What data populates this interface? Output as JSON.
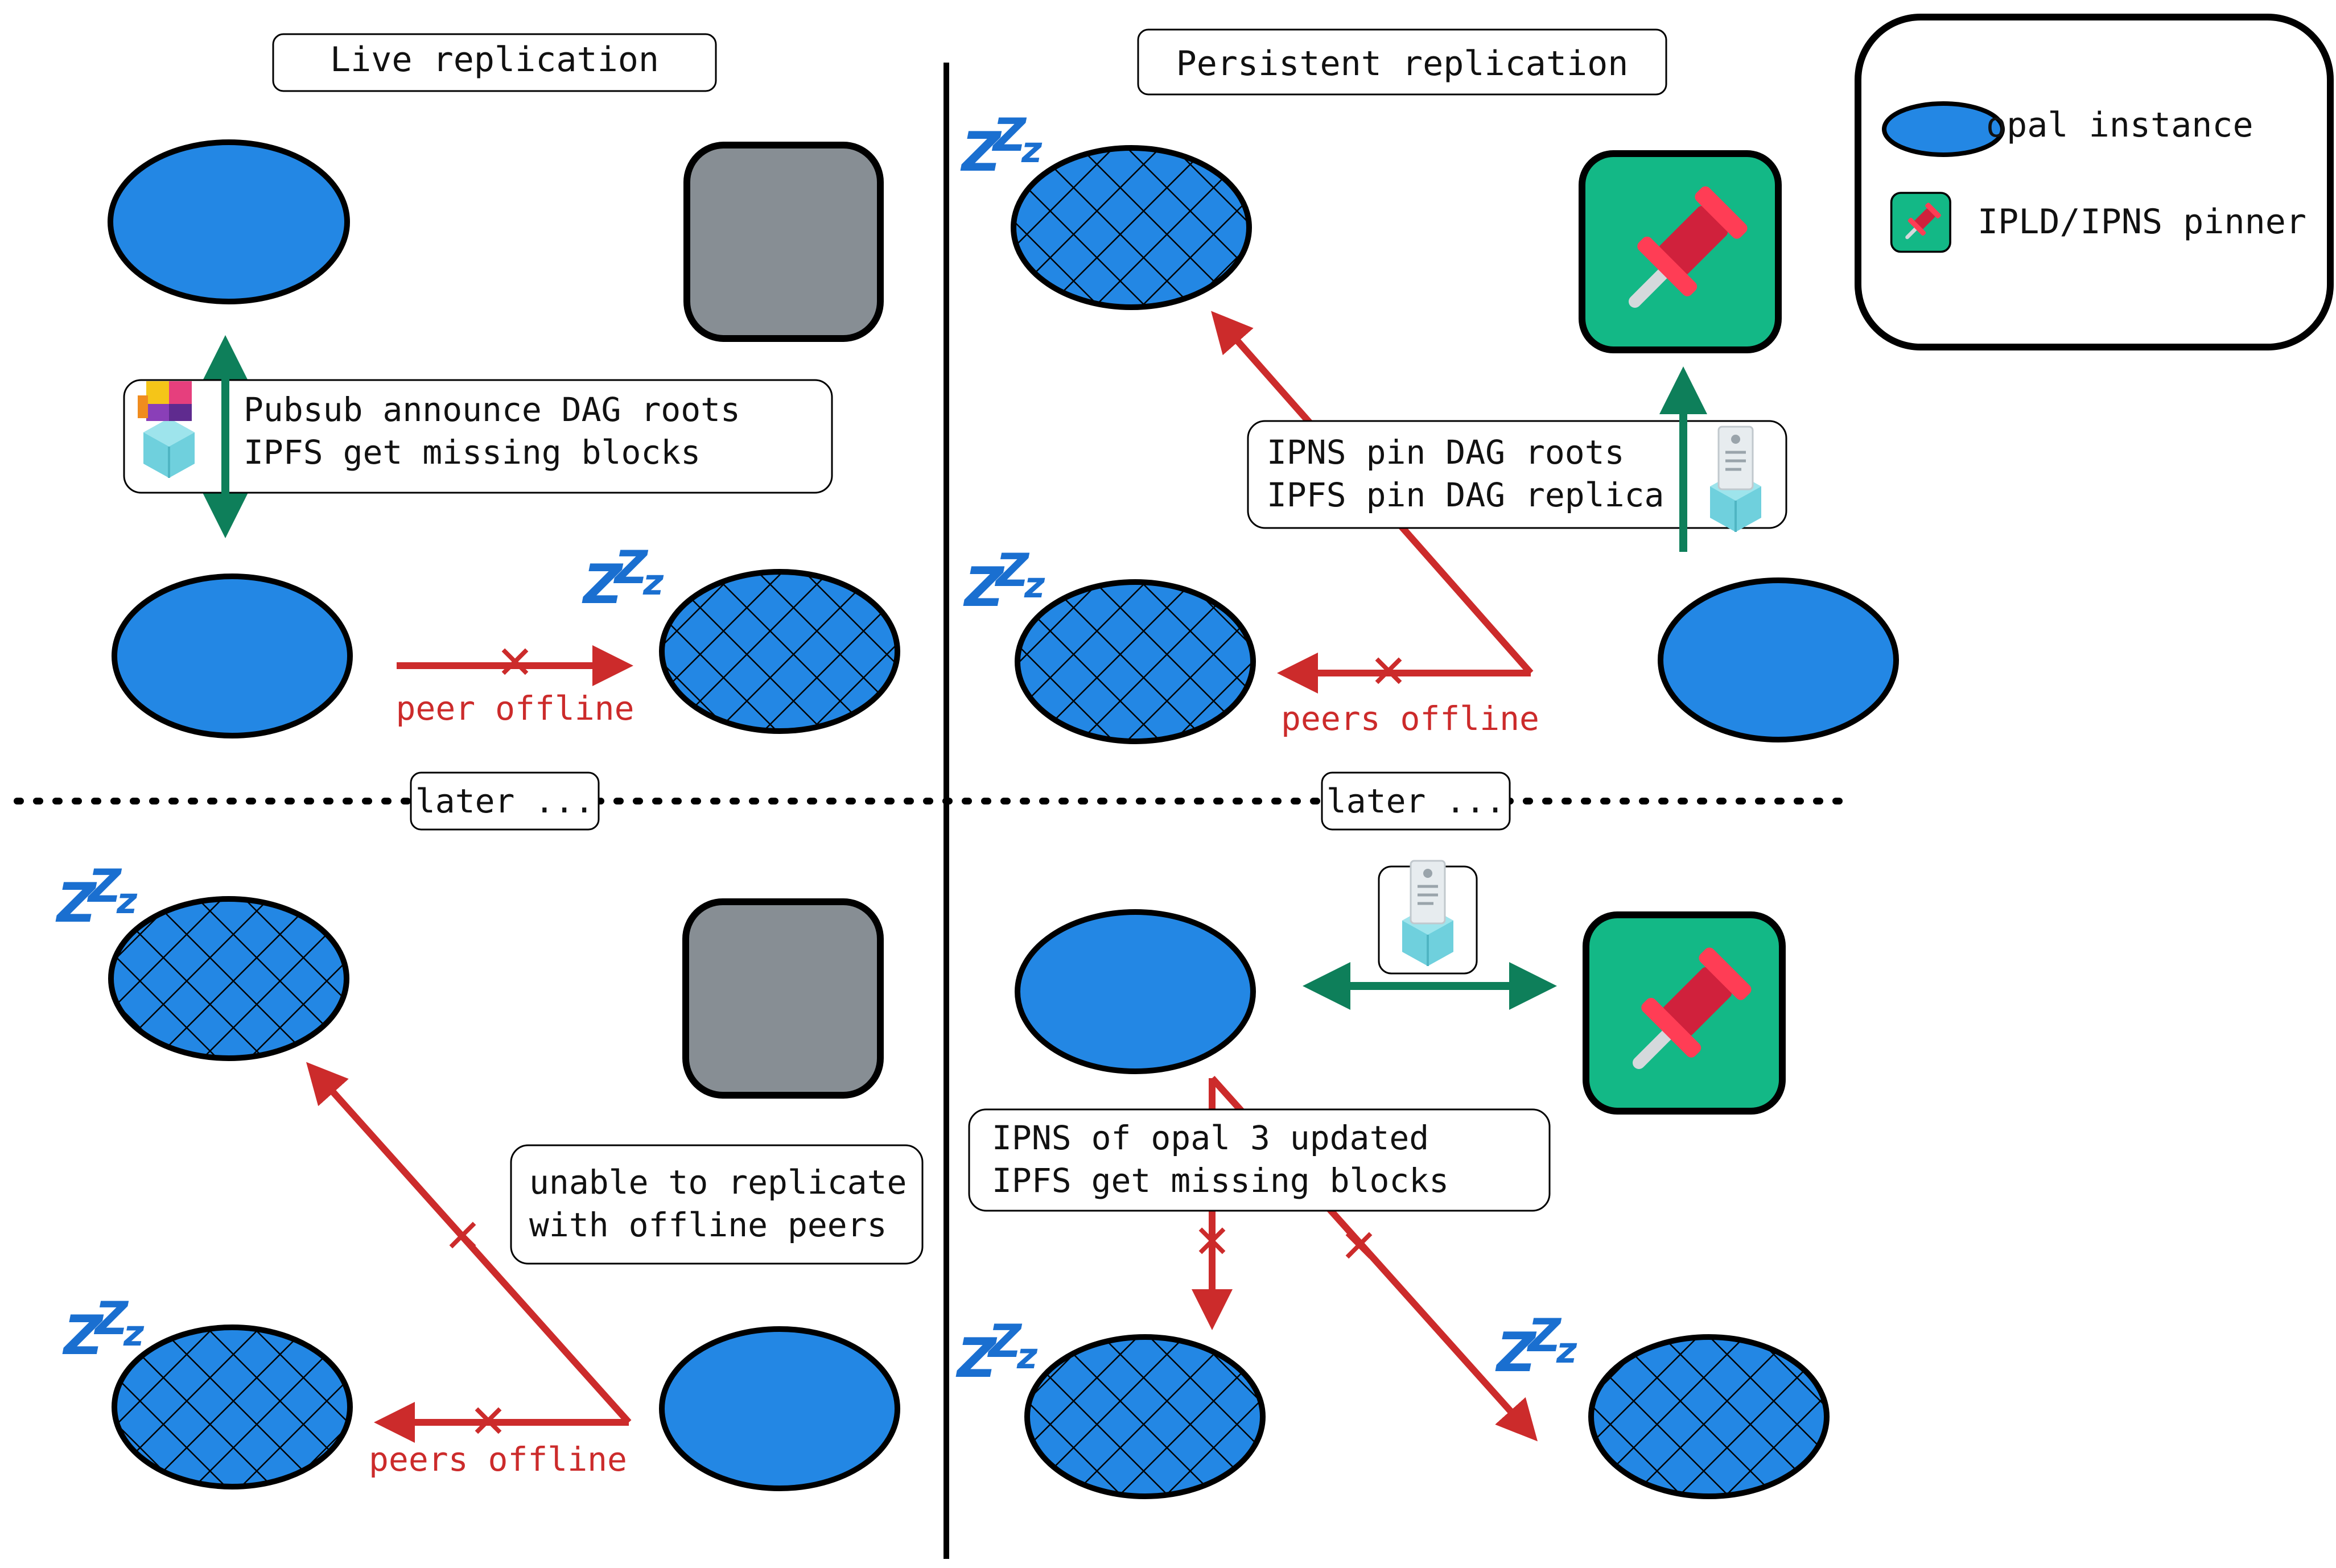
{
  "colors": {
    "opal": "#2387e4",
    "pinner": "#13b886",
    "gray": "#878e94",
    "offline_arrow": "#cc2b2b",
    "sync_arrow": "#0e7f5a",
    "outline": "#000000",
    "sleep": "#1a6fd0"
  },
  "titles": {
    "live": "Live replication",
    "persistent": "Persistent replication"
  },
  "legend": {
    "opal": "opal instance",
    "pinner": "IPLD/IPNS pinner"
  },
  "dividers": {
    "later_left": "later ...",
    "later_right": "later ..."
  },
  "live_top": {
    "note_line1": "Pubsub announce DAG roots",
    "note_line2": "IPFS get missing blocks",
    "offline": "peer offline",
    "sleep": "zZz"
  },
  "persistent_top": {
    "note_line1": "IPNS pin DAG roots",
    "note_line2": "IPFS pin DAG replica",
    "offline": "peers offline",
    "sleep": "zZz"
  },
  "live_bottom": {
    "note_line1": "unable to replicate",
    "note_line2": "with offline peers",
    "offline": "peers offline",
    "sleep": "zZz"
  },
  "persistent_bottom": {
    "note_line1": "IPNS of opal 3 updated",
    "note_line2": "IPFS get missing blocks",
    "sleep": "zZz"
  },
  "icons": [
    "opal-instance-icon",
    "pinner-pushpin-icon",
    "ipfs-cube-icon",
    "ipns-record-box-icon",
    "sleep-zzz-icon",
    "offline-cross-icon"
  ]
}
